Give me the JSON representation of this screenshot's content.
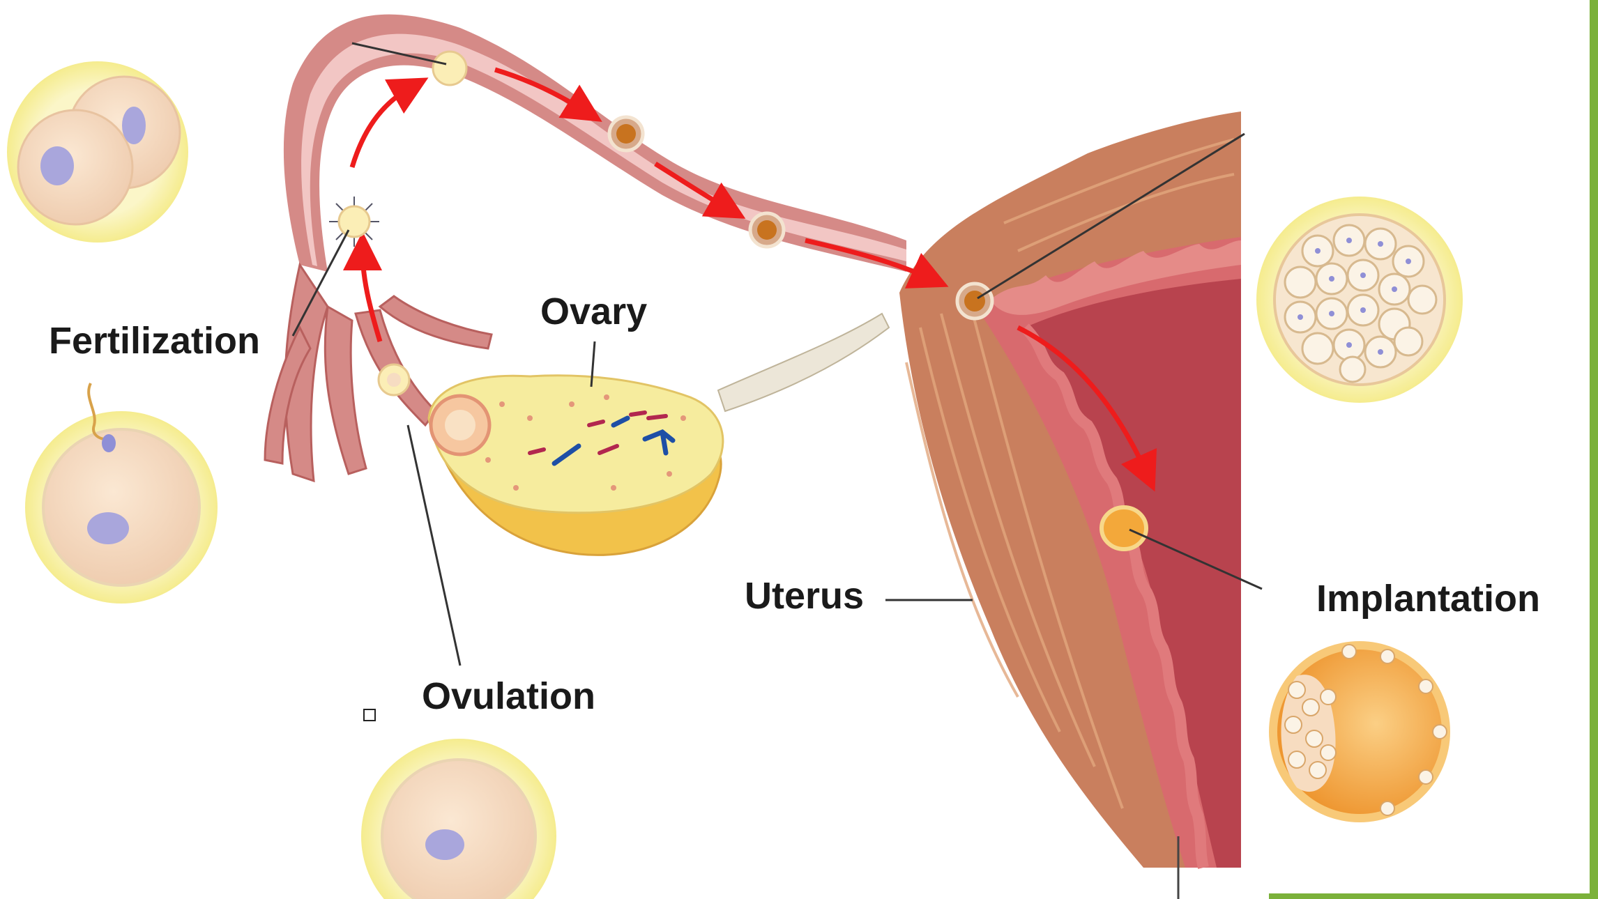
{
  "labels": {
    "fertilization": "Fertilization",
    "ovary": "Ovary",
    "ovulation": "Ovulation",
    "uterus": "Uterus",
    "implantation": "Implantation"
  },
  "colors": {
    "tube": "#d98f8f",
    "tube_inner": "#f3c9c6",
    "uterus_wall": "#c87b5a",
    "uterus_lining": "#c2575e",
    "uterus_cavity": "#b8454e",
    "ovary": "#f4ea9c",
    "arrow": "#ee1c1c",
    "cell_halo": "#f8f1a8",
    "cell": "#f6dcc2",
    "nucleus": "#a9a6dc",
    "blastocyst": "#f2a43a",
    "accent_border": "#7bb13a"
  }
}
